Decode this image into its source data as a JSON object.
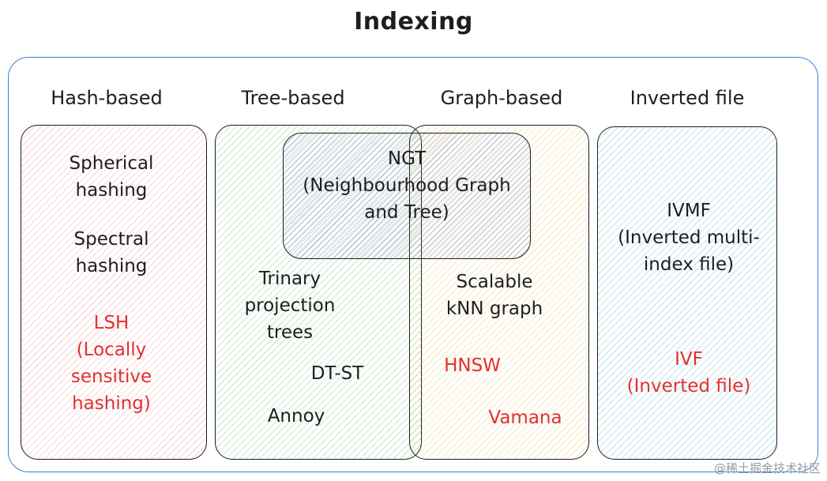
{
  "title": "Indexing",
  "categories": {
    "hash": "Hash-based",
    "tree": "Tree-based",
    "graph": "Graph-based",
    "inverted": "Inverted file"
  },
  "hash_items": {
    "spherical": "Spherical\nhashing",
    "spectral": "Spectral\nhashing",
    "lsh": "LSH\n(Locally\nsensitive\nhashing)"
  },
  "tree_items": {
    "trinary": "Trinary\nprojection\ntrees",
    "dtst": "DT-ST",
    "annoy": "Annoy"
  },
  "ngt": "NGT\n(Neighbourhood Graph\nand Tree)",
  "graph_items": {
    "scalable": "Scalable\nkNN graph",
    "hnsw": "HNSW",
    "vamana": "Vamana"
  },
  "inverted_items": {
    "ivmf": "IVMF\n(Inverted multi-\nindex file)",
    "ivf": "IVF\n(Inverted file)"
  },
  "colors": {
    "highlight": "#e0312f",
    "outer_border": "#3e7be0"
  },
  "watermark": "@稀土掘金技术社区"
}
